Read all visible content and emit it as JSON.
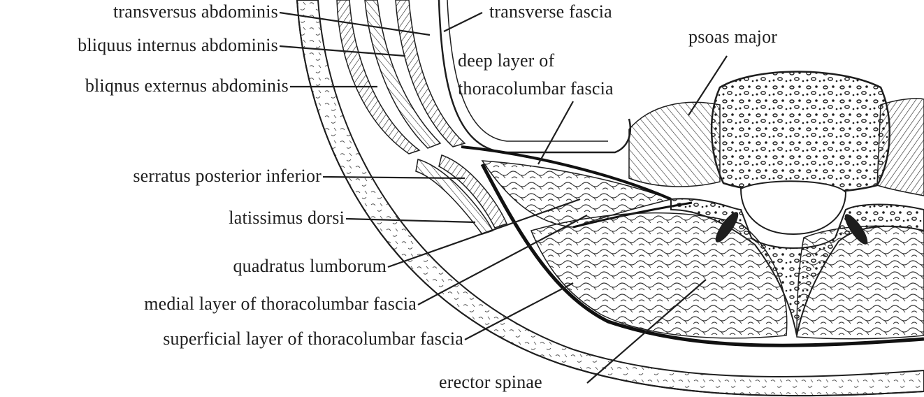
{
  "diagram": {
    "labels": {
      "transversus_abdominis": "transversus abdominis",
      "obliquus_internus": "bliquus internus abdominis",
      "obliquus_externus": "bliqnus externus abdominis",
      "serratus_posterior_inferior": "serratus posterior inferior",
      "latissimus_dorsi": "latissimus dorsi",
      "quadratus_lumborum": "quadratus lumborum",
      "medial_layer": "medial layer of thoracolumbar fascia",
      "superficial_layer": "superficial layer of thoracolumbar fascia",
      "erector_spinae": "erector spinae",
      "transverse_fascia": "transverse fascia",
      "deep_layer_line1": "deep layer of",
      "deep_layer_line2": "thoracolumbar fascia",
      "psoas_major": "psoas major"
    },
    "colors": {
      "ink": "#1e1e1e",
      "paper": "#ffffff",
      "muscle_shade": "#7a7a7a"
    }
  }
}
